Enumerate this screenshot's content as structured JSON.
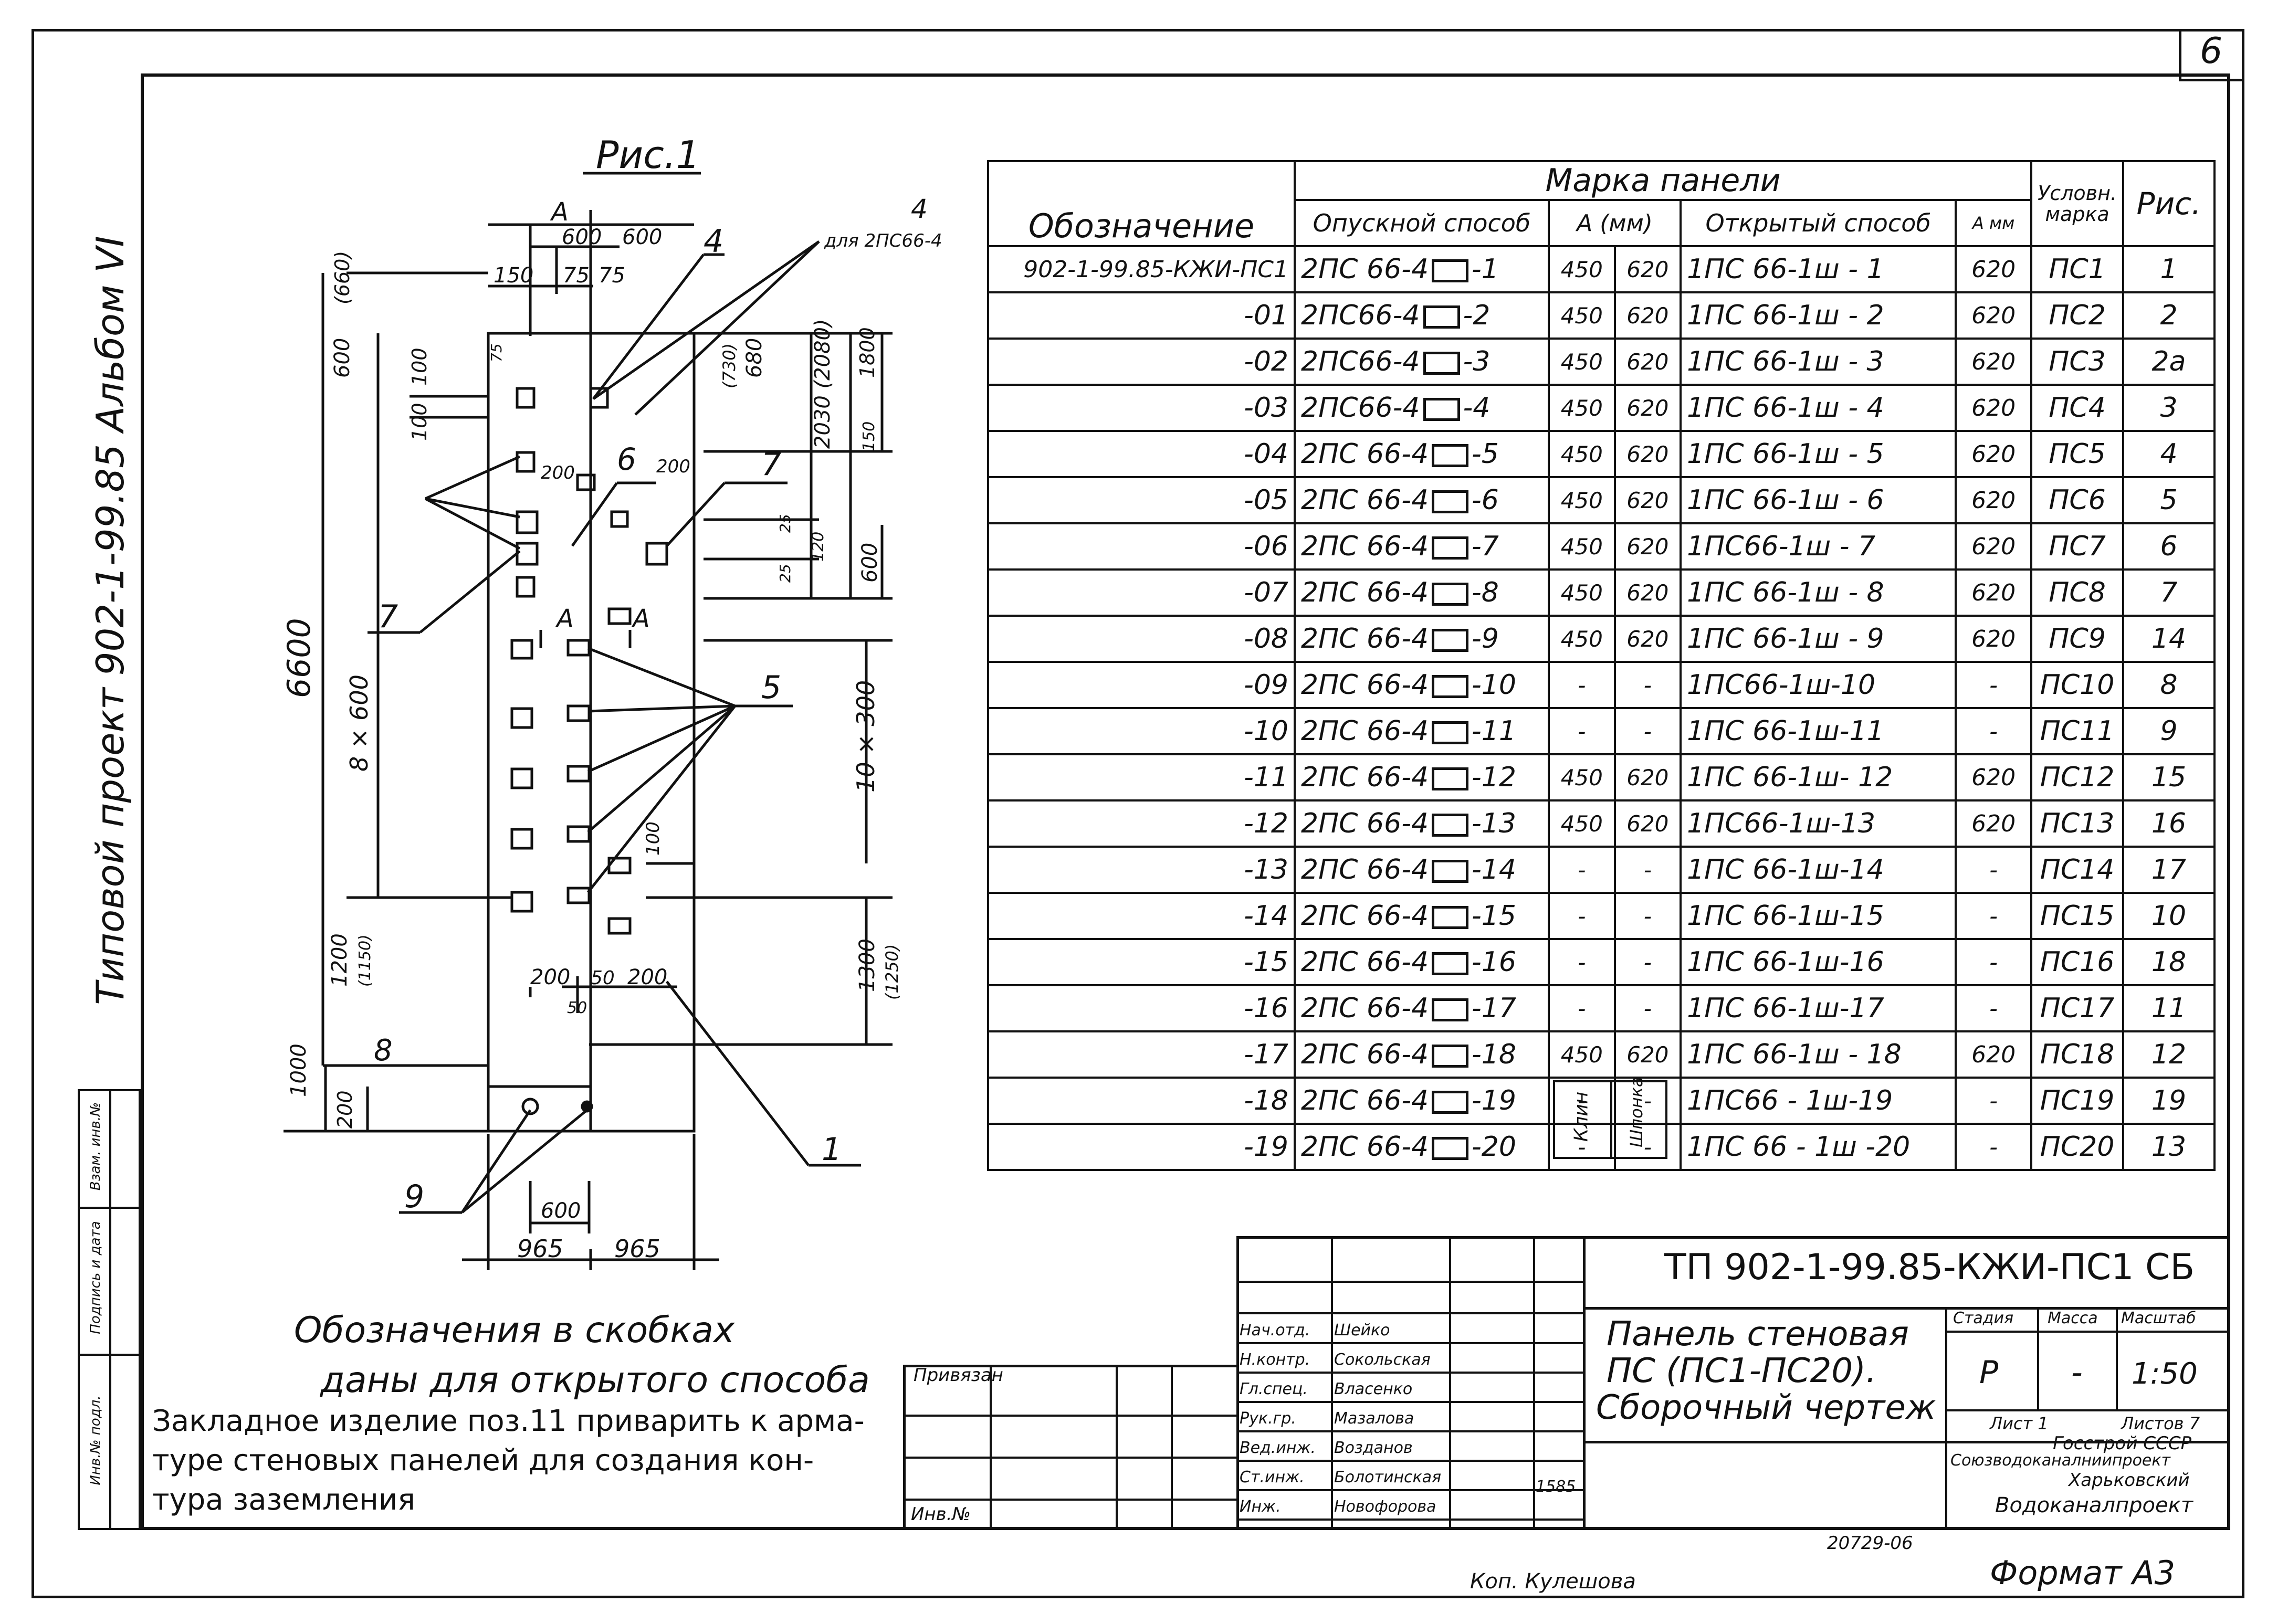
{
  "sheet": {
    "page_number": "6",
    "side_title": "Типовой проект 902-1-99.85 Альбом VI",
    "side_stamp": [
      "Инв.№ подл.",
      "Подпись и дата",
      "Взам. инв.№"
    ],
    "bottom_code": "20729-06",
    "bottom_copy": "Коп. Кулешова",
    "format": "Формат А3"
  },
  "figure": {
    "title": "Рис.1",
    "note_brackets": "Обозначения в скобках",
    "note_brackets_2": "даны для открытого способа",
    "note_weld": "Закладное изделие поз.11 приварить к арма-",
    "note_weld_2": "туре стеновых панелей для создания кон-",
    "note_weld_3": "тура заземления",
    "dims": {
      "a_top": "А",
      "d600a": "600",
      "d600b": "600",
      "d150": "150",
      "d75a": "75",
      "d75b": "75",
      "label4_left": "4",
      "label4_right": "4",
      "label4_note": "для 2ПС66-4",
      "d660": "(660)",
      "d600_left": "600",
      "d100a": "100",
      "d100b": "100",
      "d75c": "75",
      "d730": "(730)",
      "d680": "680",
      "d2030": "2030 (2080)",
      "d1800": "1800",
      "d150b": "150",
      "d200a": "200",
      "d200b": "200",
      "label6": "6",
      "label7a": "7",
      "label7b": "7",
      "d25a": "25",
      "d120": "120",
      "d25b": "25",
      "d600r": "600",
      "a_left": "А",
      "a_right": "А",
      "d6600": "6600",
      "d8x600": "8 × 600",
      "label5": "5",
      "d10x300": "10 × 300",
      "d100c": "100",
      "d1200": "1200",
      "d1150": "(1150)",
      "d1300": "1300",
      "d1250": "(1250)",
      "d200c": "200",
      "d50a": "50",
      "d200d": "200",
      "d50b": "50",
      "label8": "8",
      "d1000": "1000",
      "d200e": "200",
      "label1": "1",
      "label9": "9",
      "d600b2": "600",
      "d965a": "965",
      "d965b": "965"
    }
  },
  "table": {
    "header_mark": "Марка панели",
    "header_designation": "Обозначение",
    "header_lowering": "Опускной способ",
    "header_a": "А (мм)",
    "header_open": "Открытый способ",
    "header_a_mm": "А мм",
    "header_cond": "Условн. марка",
    "header_fig": "Рис.",
    "bottom_klin": "Клин",
    "bottom_shponka": "Шпонка",
    "rows": [
      {
        "des": "902-1-99.85-КЖИ-ПС1",
        "low_a": "2ПС 66-4",
        "low_b": "-1",
        "a1": "450",
        "a2": "620",
        "open": "1ПС 66-1ш - 1",
        "amm": "620",
        "cond": "ПС1",
        "fig": "1"
      },
      {
        "des": "-01",
        "low_a": "2ПС66-4",
        "low_b": "-2",
        "a1": "450",
        "a2": "620",
        "open": "1ПС 66-1ш - 2",
        "amm": "620",
        "cond": "ПС2",
        "fig": "2"
      },
      {
        "des": "-02",
        "low_a": "2ПС66-4",
        "low_b": "-3",
        "a1": "450",
        "a2": "620",
        "open": "1ПС 66-1ш - 3",
        "amm": "620",
        "cond": "ПС3",
        "fig": "2а"
      },
      {
        "des": "-03",
        "low_a": "2ПС66-4",
        "low_b": "-4",
        "a1": "450",
        "a2": "620",
        "open": "1ПС 66-1ш - 4",
        "amm": "620",
        "cond": "ПС4",
        "fig": "3"
      },
      {
        "des": "-04",
        "low_a": "2ПС 66-4",
        "low_b": "-5",
        "a1": "450",
        "a2": "620",
        "open": "1ПС 66-1ш - 5",
        "amm": "620",
        "cond": "ПС5",
        "fig": "4"
      },
      {
        "des": "-05",
        "low_a": "2ПС 66-4",
        "low_b": "-6",
        "a1": "450",
        "a2": "620",
        "open": "1ПС 66-1ш - 6",
        "amm": "620",
        "cond": "ПС6",
        "fig": "5"
      },
      {
        "des": "-06",
        "low_a": "2ПС 66-4",
        "low_b": "-7",
        "a1": "450",
        "a2": "620",
        "open": "1ПС66-1ш - 7",
        "amm": "620",
        "cond": "ПС7",
        "fig": "6"
      },
      {
        "des": "-07",
        "low_a": "2ПС 66-4",
        "low_b": "-8",
        "a1": "450",
        "a2": "620",
        "open": "1ПС 66-1ш - 8",
        "amm": "620",
        "cond": "ПС8",
        "fig": "7"
      },
      {
        "des": "-08",
        "low_a": "2ПС 66-4",
        "low_b": "-9",
        "a1": "450",
        "a2": "620",
        "open": "1ПС 66-1ш - 9",
        "amm": "620",
        "cond": "ПС9",
        "fig": "14"
      },
      {
        "des": "-09",
        "low_a": "2ПС 66-4",
        "low_b": "-10",
        "a1": "-",
        "a2": "-",
        "open": "1ПС66-1ш-10",
        "amm": "-",
        "cond": "ПС10",
        "fig": "8"
      },
      {
        "des": "-10",
        "low_a": "2ПС 66-4",
        "low_b": "-11",
        "a1": "-",
        "a2": "-",
        "open": "1ПС 66-1ш-11",
        "amm": "-",
        "cond": "ПС11",
        "fig": "9"
      },
      {
        "des": "-11",
        "low_a": "2ПС 66-4",
        "low_b": "-12",
        "a1": "450",
        "a2": "620",
        "open": "1ПС 66-1ш- 12",
        "amm": "620",
        "cond": "ПС12",
        "fig": "15"
      },
      {
        "des": "-12",
        "low_a": "2ПС 66-4",
        "low_b": "-13",
        "a1": "450",
        "a2": "620",
        "open": "1ПС66-1ш-13",
        "amm": "620",
        "cond": "ПС13",
        "fig": "16"
      },
      {
        "des": "-13",
        "low_a": "2ПС 66-4",
        "low_b": "-14",
        "a1": "-",
        "a2": "-",
        "open": "1ПС 66-1ш-14",
        "amm": "-",
        "cond": "ПС14",
        "fig": "17"
      },
      {
        "des": "-14",
        "low_a": "2ПС 66-4",
        "low_b": "-15",
        "a1": "-",
        "a2": "-",
        "open": "1ПС 66-1ш-15",
        "amm": "-",
        "cond": "ПС15",
        "fig": "10"
      },
      {
        "des": "-15",
        "low_a": "2ПС 66-4",
        "low_b": "-16",
        "a1": "-",
        "a2": "-",
        "open": "1ПС 66-1ш-16",
        "amm": "-",
        "cond": "ПС16",
        "fig": "18"
      },
      {
        "des": "-16",
        "low_a": "2ПС 66-4",
        "low_b": "-17",
        "a1": "-",
        "a2": "-",
        "open": "1ПС 66-1ш-17",
        "amm": "-",
        "cond": "ПС17",
        "fig": "11"
      },
      {
        "des": "-17",
        "low_a": "2ПС 66-4",
        "low_b": "-18",
        "a1": "450",
        "a2": "620",
        "open": "1ПС 66-1ш - 18",
        "amm": "620",
        "cond": "ПС18",
        "fig": "12"
      },
      {
        "des": "-18",
        "low_a": "2ПС 66-4",
        "low_b": "-19",
        "a1": "-",
        "a2": "-",
        "open": "1ПС66 - 1ш-19",
        "amm": "-",
        "cond": "ПС19",
        "fig": "19"
      },
      {
        "des": "-19",
        "low_a": "2ПС 66-4",
        "low_b": "-20",
        "a1": "-",
        "a2": "-",
        "open": "1ПС 66 - 1ш -20",
        "amm": "-",
        "cond": "ПС20",
        "fig": "13"
      }
    ]
  },
  "title_block": {
    "code": "ТП 902-1-99.85-КЖИ-ПС1 СБ",
    "name_1": "Панель стеновая",
    "name_2": "ПС (ПС1-ПС20).",
    "name_3": "Сборочный чертеж",
    "stage_h": "Стадия",
    "mass_h": "Масса",
    "scale_h": "Масштаб",
    "stage": "Р",
    "mass": "-",
    "scale": "1:50",
    "sheet": "Лист 1",
    "sheets": "Листов 7",
    "org_1": "Госстрой СССР",
    "org_2": "Союзводоканалниипроект",
    "org_3": "Харьковский",
    "org_4": "Водоканалпроект",
    "privyazan": "Привязан",
    "inv_no": "Инв.№",
    "date": "1585",
    "roles": [
      {
        "role": "Нач.отд.",
        "name": "Шейко"
      },
      {
        "role": "Н.контр.",
        "name": "Сокольская"
      },
      {
        "role": "Гл.спец.",
        "name": "Власенко"
      },
      {
        "role": "Рук.гр.",
        "name": "Мазалова"
      },
      {
        "role": "Вед.инж.",
        "name": "Возданов"
      },
      {
        "role": "Ст.инж.",
        "name": "Болотинская"
      },
      {
        "role": "Инж.",
        "name": "Новофорова"
      }
    ]
  }
}
